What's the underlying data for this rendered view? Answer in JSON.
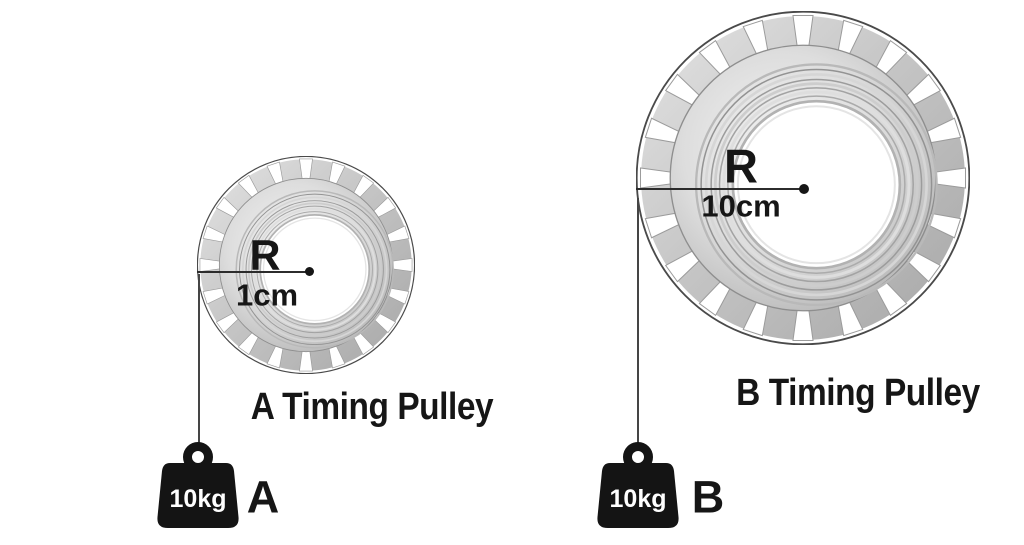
{
  "diagram": {
    "background_color": "#ffffff",
    "pulleyA": {
      "label": "A Timing Pulley",
      "radius_symbol": "R",
      "radius_value": "1cm",
      "weight_mass": "10kg",
      "weight_letter": "A"
    },
    "pulleyB": {
      "label": "B Timing Pulley",
      "radius_symbol": "R",
      "radius_value": "10cm",
      "weight_mass": "10kg",
      "weight_letter": "B"
    },
    "colors": {
      "text": "#1d1d1d",
      "measure_line": "#2c2c2c",
      "string": "#454545",
      "weight_fill": "#141414",
      "weight_text": "#ffffff",
      "gear_metal_light": "#e2e2e2",
      "gear_metal_dark": "#a9a9a9",
      "gear_outline": "#4a4a4a"
    }
  }
}
